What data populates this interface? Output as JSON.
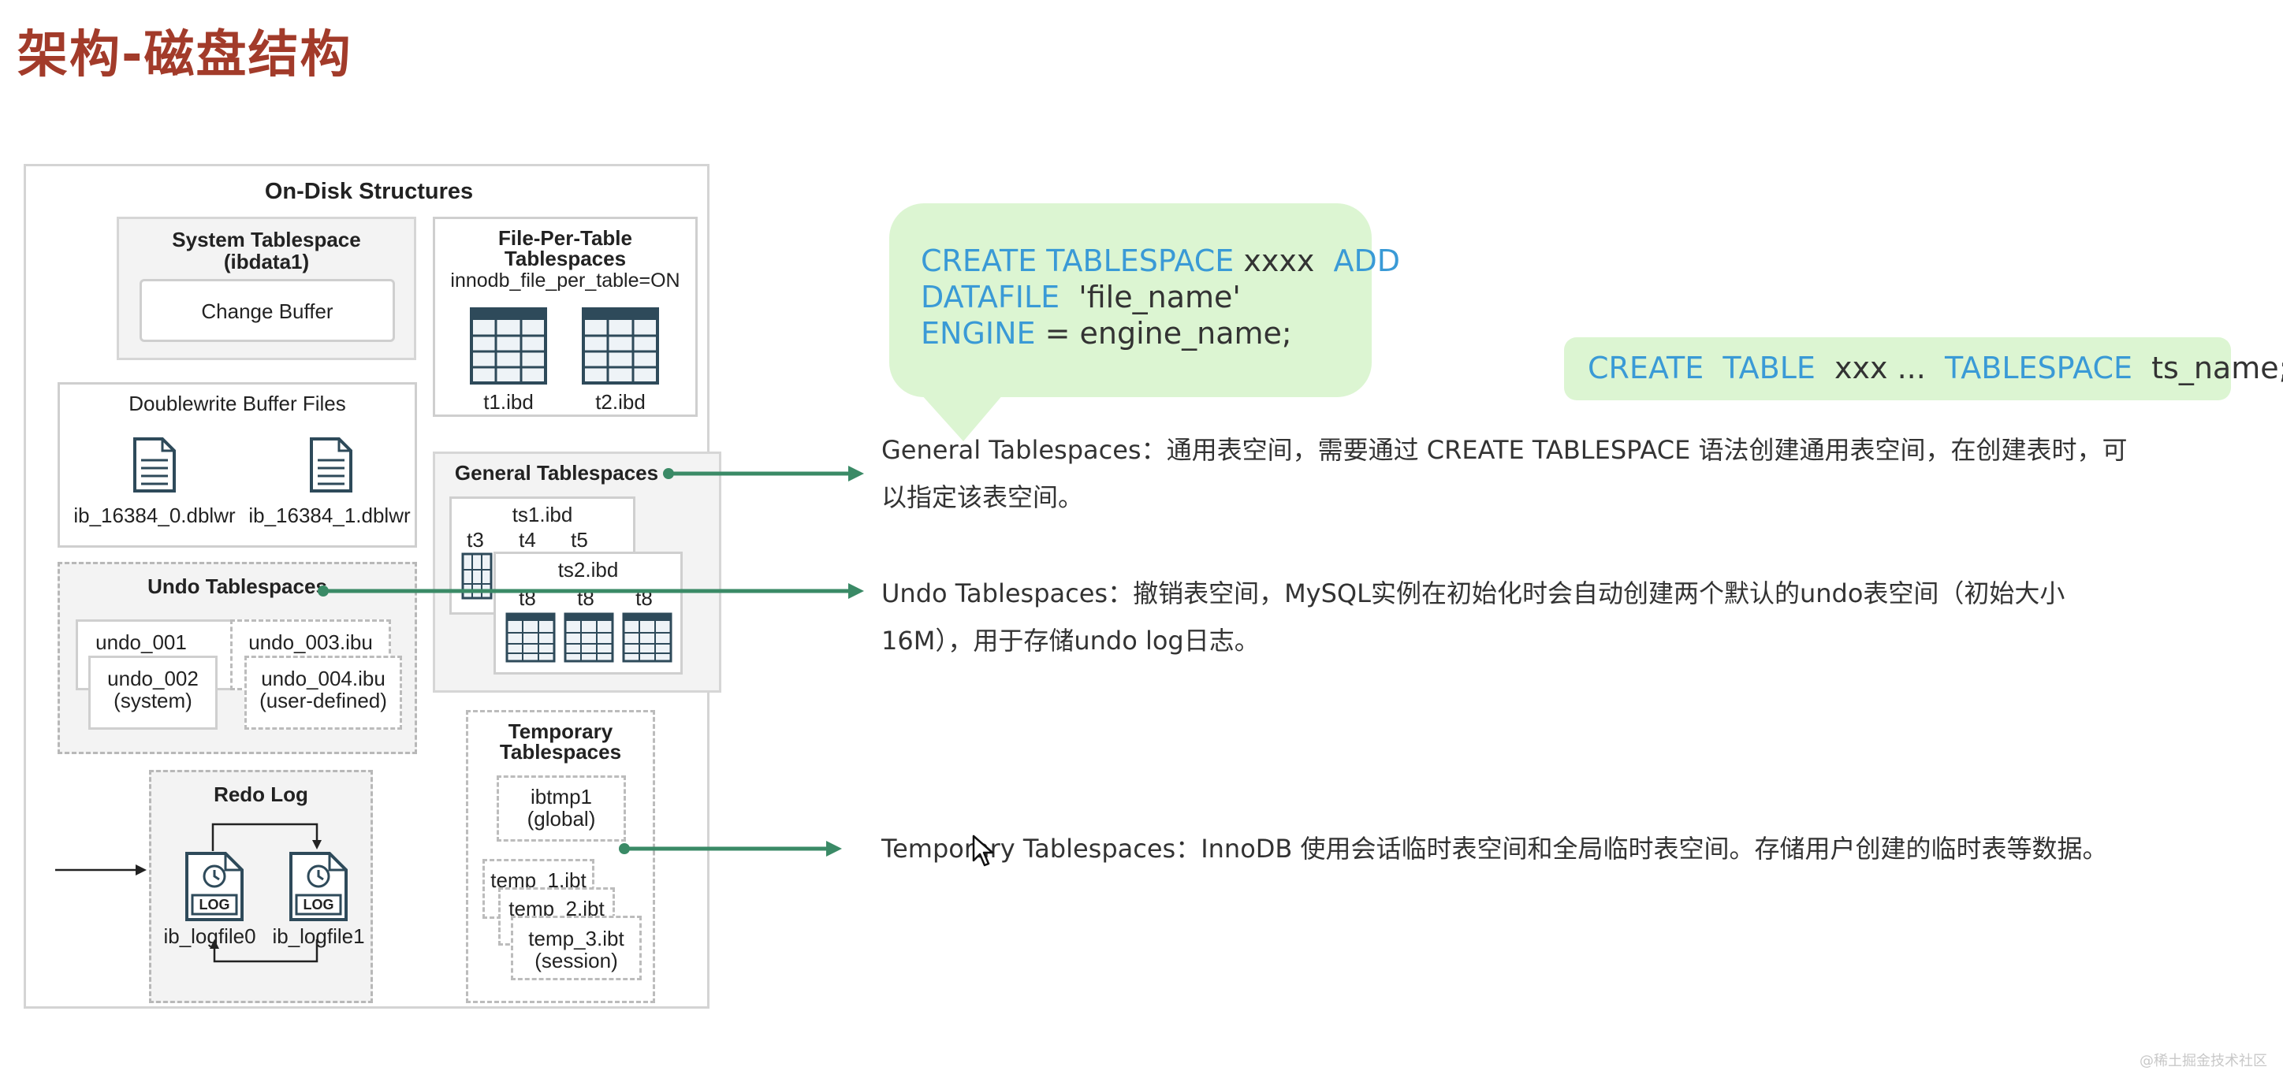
{
  "title": "架构-磁盘结构",
  "diagram": {
    "heading": "On-Disk Structures",
    "system_tablespace": {
      "title_line1": "System Tablespace",
      "title_line2": "(ibdata1)",
      "change_buffer": "Change Buffer"
    },
    "file_per_table": {
      "title_line1": "File-Per-Table",
      "title_line2": "Tablespaces",
      "setting": "innodb_file_per_table=ON",
      "files": [
        "t1.ibd",
        "t2.ibd"
      ]
    },
    "doublewrite": {
      "title": "Doublewrite Buffer Files",
      "files": [
        "ib_16384_0.dblwr",
        "ib_16384_1.dblwr"
      ]
    },
    "general": {
      "title": "General Tablespaces",
      "ts1": "ts1.ibd",
      "ts1_tables": [
        "t3",
        "t4",
        "t5"
      ],
      "ts2": "ts2.ibd",
      "ts2_tables": [
        "t8",
        "t8",
        "t8"
      ]
    },
    "undo": {
      "title": "Undo Tablespaces",
      "files": [
        "undo_001",
        "undo_002",
        "(system)",
        "undo_003.ibu",
        "undo_004.ibu",
        "(user-defined)"
      ]
    },
    "temporary": {
      "title_line1": "Temporary",
      "title_line2": "Tablespaces",
      "global_file": "ibtmp1",
      "global_note": "(global)",
      "session_files": [
        "temp_1.ibt",
        "temp_2.ibt",
        "temp_3.ibt"
      ],
      "session_note": "(session)"
    },
    "redo": {
      "title": "Redo Log",
      "icon_text": "LOG",
      "files": [
        "ib_logfile0",
        "ib_logfile1"
      ]
    }
  },
  "code_bubble": {
    "line1_kw": "CREATE TABLESPACE",
    "line1_val": " xxxx  ",
    "line1_kw2": "ADD",
    "line2_kw": "DATAFILE",
    "line2_val": "  'file_name'",
    "line3_kw": "ENGINE",
    "line3_val": " = engine_name;"
  },
  "code_bubble2": {
    "kw1": "CREATE  TABLE",
    "val1": "  xxx ...  ",
    "kw2": "TABLESPACE",
    "val2": "  ts_name;"
  },
  "descriptions": {
    "general_line1": "General Tablespaces：通用表空间，需要通过 CREATE  TABLESPACE 语法创建通用表空间，在创建表时，可",
    "general_line2": "以指定该表空间。",
    "undo_line1": "Undo Tablespaces：撤销表空间，MySQL实例在初始化时会自动创建两个默认的undo表空间（初始大小",
    "undo_line2": "16M），用于存储undo log日志。",
    "temporary": "Temporary Tablespaces：InnoDB 使用会话临时表空间和全局临时表空间。存储用户创建的临时表等数据。"
  },
  "watermark": "@稀土掘金技术社区",
  "colors": {
    "title": "#a23b2a",
    "keyword": "#3a9ad6",
    "bubble": "#dcf5d2",
    "arrow": "#3a8a66"
  }
}
